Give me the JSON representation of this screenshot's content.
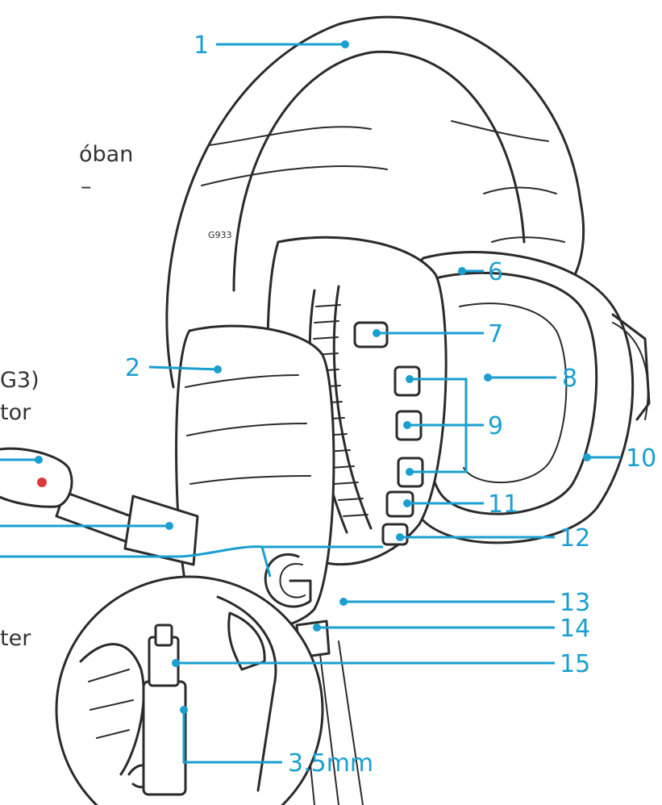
{
  "diagram": {
    "left_edge_text": [
      "óban",
      "–",
      "G3)",
      "tor",
      "ter"
    ],
    "model_print": "G933",
    "callouts": [
      {
        "id": "1",
        "label": "1"
      },
      {
        "id": "2",
        "label": "2"
      },
      {
        "id": "6",
        "label": "6"
      },
      {
        "id": "7",
        "label": "7"
      },
      {
        "id": "8",
        "label": "8"
      },
      {
        "id": "9",
        "label": "9"
      },
      {
        "id": "10",
        "label": "10"
      },
      {
        "id": "11",
        "label": "11"
      },
      {
        "id": "12",
        "label": "12"
      },
      {
        "id": "13",
        "label": "13"
      },
      {
        "id": "14",
        "label": "14"
      },
      {
        "id": "15",
        "label": "15"
      },
      {
        "id": "35",
        "label": "3.5mm"
      }
    ],
    "colors": {
      "callout": "#1a9fd0",
      "line_art": "#2b2b2b",
      "background": "#ffffff"
    }
  }
}
